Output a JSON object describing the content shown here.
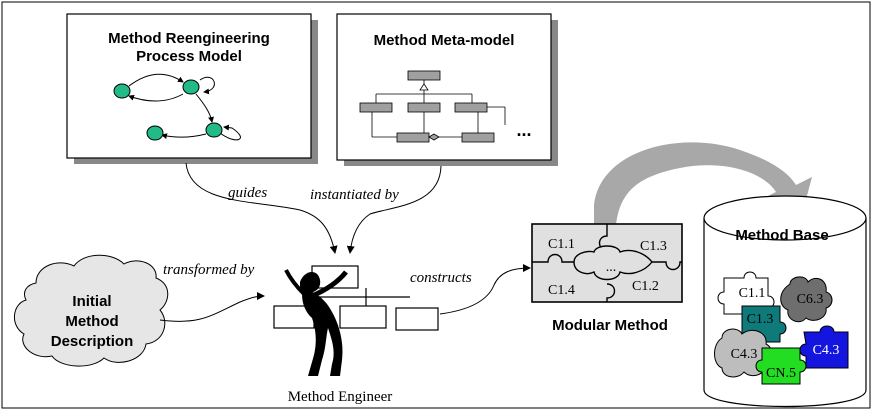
{
  "process_model": {
    "title_line1": "Method Reengineering",
    "title_line2": "Process Model"
  },
  "meta_model": {
    "title": "Method Meta-model",
    "ellipsis": "..."
  },
  "labels": {
    "guides": "guides",
    "instantiated_by": "instantiated by",
    "transformed_by": "transformed by",
    "constructs": "constructs"
  },
  "initial_method": {
    "line1": "Initial",
    "line2": "Method",
    "line3": "Description"
  },
  "engineer": {
    "caption": "Method Engineer"
  },
  "modular_method": {
    "caption": "Modular Method",
    "pieces": [
      "C1.1",
      "C1.3",
      "C1.4",
      "C1.2",
      "..."
    ]
  },
  "method_base": {
    "title": "Method Base",
    "chunks": [
      {
        "label": "C1.1",
        "color": "#ffffff"
      },
      {
        "label": "C6.3",
        "color": "#6e6e6e"
      },
      {
        "label": "C1.3",
        "color": "#0f7a7a"
      },
      {
        "label": "C4.3",
        "color": "#bdbdbd"
      },
      {
        "label": "C4.3",
        "color": "#1515e0"
      },
      {
        "label": "CN.5",
        "color": "#22dd22"
      }
    ]
  },
  "colors": {
    "node": "#22bb88",
    "arrow_gray": "#a8a8a8",
    "cloud": "#e6e6e6",
    "box": "#a0a0a0"
  }
}
